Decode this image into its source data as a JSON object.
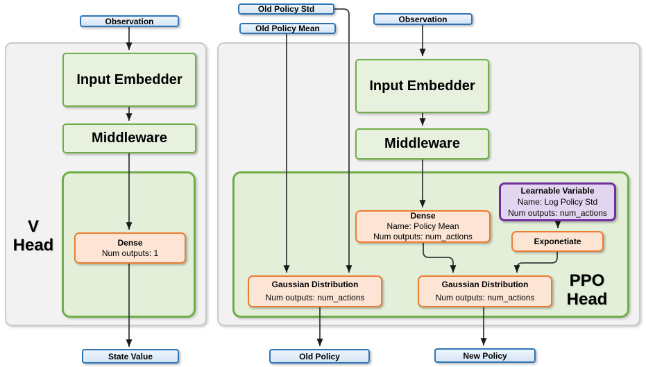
{
  "palette": {
    "blue_fill": "#dbe9f7",
    "blue_border": "#2e75b6",
    "green_fill": "#e7f1de",
    "green_border": "#70ad47",
    "green_container_fill": "#e3efd9",
    "orange_fill": "#fce5d5",
    "orange_border": "#ed7d31",
    "purple_fill": "#e2d5ef",
    "purple_border": "#7030a0",
    "panel_fill": "#f2f2f2",
    "panel_border": "#c9c9c9",
    "arrow_color": "#3a3a3a"
  },
  "v_head": {
    "label_line1": "V",
    "label_line2": "Head",
    "observation": "Observation",
    "input_embedder": "Input Embedder",
    "middleware": "Middleware",
    "dense": {
      "title": "Dense",
      "outputs": "Num outputs: 1"
    },
    "state_value": "State Value"
  },
  "ppo_head": {
    "label_line1": "PPO",
    "label_line2": "Head",
    "old_policy_std": "Old Policy Std",
    "old_policy_mean": "Old Policy Mean",
    "observation": "Observation",
    "input_embedder": "Input Embedder",
    "middleware": "Middleware",
    "dense": {
      "title": "Dense",
      "name": "Name: Policy Mean",
      "outputs": "Num outputs: num_actions"
    },
    "learnable_variable": {
      "title": "Learnable Variable",
      "name": "Name: Log Policy Std",
      "outputs": "Num outputs: num_actions"
    },
    "exponetiate": "Exponetiate",
    "gaussian_old": {
      "title": "Gaussian Distribution",
      "outputs": "Num outputs: num_actions"
    },
    "gaussian_new": {
      "title": "Gaussian Distribution",
      "outputs": "Num outputs: num_actions"
    },
    "old_policy": "Old Policy",
    "new_policy": "New Policy"
  }
}
